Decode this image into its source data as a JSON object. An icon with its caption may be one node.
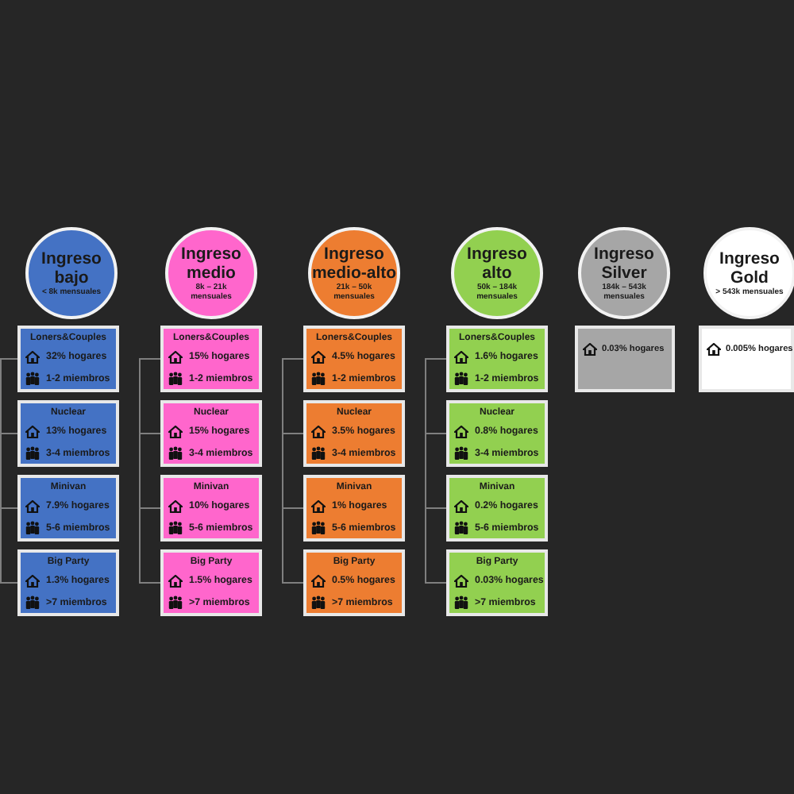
{
  "diagram": {
    "nodes": [
      {
        "text": [
          "Ingreso bajo",
          "< 8k mensuales"
        ]
      },
      {
        "text": [
          "Ingreso medio",
          "8k – 21k mensuales"
        ]
      },
      {
        "text": [
          "Ingreso medio-alto",
          "21k – 50k mensuales"
        ]
      },
      {
        "text": [
          "Ingreso alto",
          "50k – 184k mensuales"
        ]
      },
      {
        "text": [
          "Ingreso Silver",
          "184k – 543k mensuales"
        ]
      },
      {
        "text": [
          "Ingreso Gold",
          "> 543k mensuales"
        ]
      },
      {
        "text": [
          "Loners&Couples",
          "32% hogares",
          "1-2 miembros"
        ]
      },
      {
        "text": [
          "Nuclear",
          "13% hogares",
          "3-4 miembros"
        ]
      },
      {
        "text": [
          "Minivan",
          "7.9% hogares",
          "5-6 miembros"
        ]
      },
      {
        "text": [
          "Big Party",
          "1.3% hogares",
          ">7 miembros"
        ]
      },
      {
        "text": [
          "Loners&Couples",
          "15% hogares",
          "1-2 miembros"
        ]
      },
      {
        "text": [
          "Nuclear",
          "15% hogares",
          "3-4 miembros"
        ]
      },
      {
        "text": [
          "Minivan",
          "10% hogares",
          "5-6 miembros"
        ]
      },
      {
        "text": [
          "Big Party",
          "1.5% hogares",
          ">7 miembros"
        ]
      },
      {
        "text": [
          "Loners&Couples",
          "4.5% hogares",
          "1-2 miembros"
        ]
      },
      {
        "text": [
          "Nuclear",
          "3.5% hogares",
          "3-4 miembros"
        ]
      },
      {
        "text": [
          "Minivan",
          "1% hogares",
          "5-6 miembros"
        ]
      },
      {
        "text": [
          "Big Party",
          "0.5% hogares",
          ">7 miembros"
        ]
      },
      {
        "text": [
          "Loners&Couples",
          "1.6% hogares",
          "1-2 miembros"
        ]
      },
      {
        "text": [
          "Nuclear",
          "0.8% hogares",
          "3-4 miembros"
        ]
      },
      {
        "text": [
          "Minivan",
          "0.2% hogares",
          "5-6 miembros"
        ]
      },
      {
        "text": [
          "Big Party",
          "0.03% hogares",
          ">7 miembros"
        ]
      },
      {
        "text": [
          "0.03% hogares"
        ]
      },
      {
        "text": [
          "0.005% hogares"
        ]
      }
    ],
    "edges": [
      {
        "from": 6,
        "to": 7,
        "arrow": "none"
      },
      {
        "from": 6,
        "to": 8,
        "arrow": "none"
      },
      {
        "from": 6,
        "to": 9,
        "arrow": "none"
      },
      {
        "from": 10,
        "to": 11,
        "arrow": "none"
      },
      {
        "from": 10,
        "to": 12,
        "arrow": "none"
      },
      {
        "from": 10,
        "to": 13,
        "arrow": "none"
      },
      {
        "from": 14,
        "to": 15,
        "arrow": "none"
      },
      {
        "from": 14,
        "to": 16,
        "arrow": "none"
      },
      {
        "from": 14,
        "to": 17,
        "arrow": "none"
      },
      {
        "from": 18,
        "to": 19,
        "arrow": "none"
      },
      {
        "from": 18,
        "to": 20,
        "arrow": "none"
      },
      {
        "from": 18,
        "to": 21,
        "arrow": "none"
      }
    ]
  }
}
